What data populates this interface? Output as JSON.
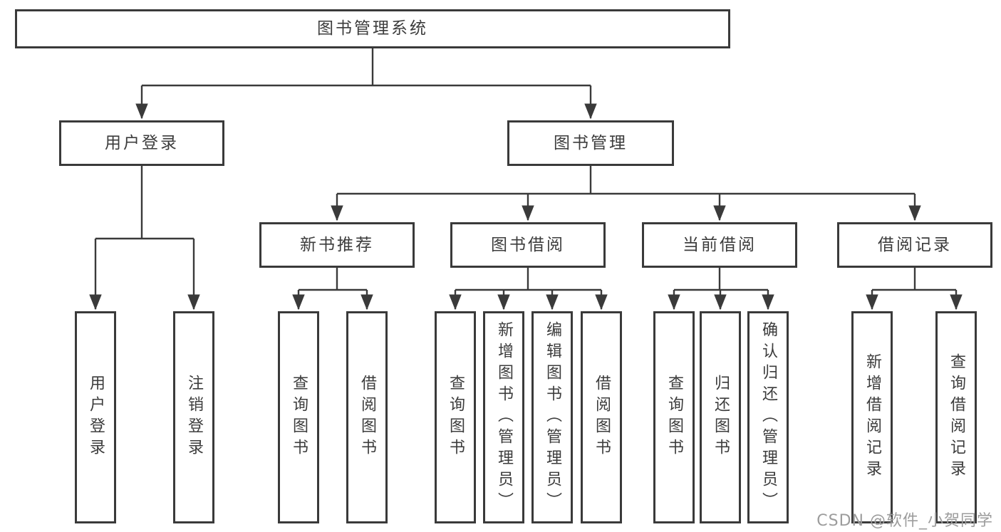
{
  "diagram": {
    "title": "图书管理系统",
    "branches": [
      {
        "label": "用户登录",
        "children": [
          "用户登录",
          "注销登录"
        ]
      },
      {
        "label": "图书管理",
        "sections": [
          {
            "label": "新书推荐",
            "children": [
              "查询图书",
              "借阅图书"
            ]
          },
          {
            "label": "图书借阅",
            "children": [
              "查询图书",
              "新增图书（管理员）",
              "编辑图书（管理员）",
              "借阅图书"
            ]
          },
          {
            "label": "当前借阅",
            "children": [
              "查询图书",
              "归还图书",
              "确认归还（管理员）"
            ]
          },
          {
            "label": "借阅记录",
            "children": [
              "新增借阅记录",
              "查询借阅记录"
            ]
          }
        ]
      }
    ]
  },
  "watermark": {
    "text": "CSDN @软件_小贺同学"
  },
  "colors": {
    "line": "#3a3a3a",
    "text": "#3c3c3c",
    "watermark_text": "#9c9c9c",
    "background": "#ffffff"
  }
}
